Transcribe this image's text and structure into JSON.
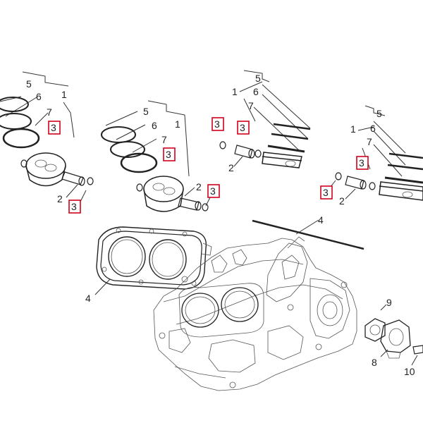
{
  "labels": {
    "l1": "5",
    "l2": "6",
    "l3": "1",
    "l4": "7",
    "l5": "3",
    "l6": "2",
    "l7": "3",
    "l8": "5",
    "l9": "6",
    "l10": "1",
    "l11": "7",
    "l12": "3",
    "l13": "2",
    "l14": "3",
    "l15": "5",
    "l16": "6",
    "l17": "1",
    "l18": "7",
    "l19": "3",
    "l20": "3",
    "l21": "2",
    "l22": "5",
    "l23": "1",
    "l24": "6",
    "l25": "7",
    "l26": "3",
    "l27": "3",
    "l28": "2",
    "l29": "4",
    "l30": "4",
    "l31": "9",
    "l32": "8",
    "l33": "10"
  },
  "colors": {
    "highlight_box": "#d0021b",
    "lines": "#222222"
  }
}
